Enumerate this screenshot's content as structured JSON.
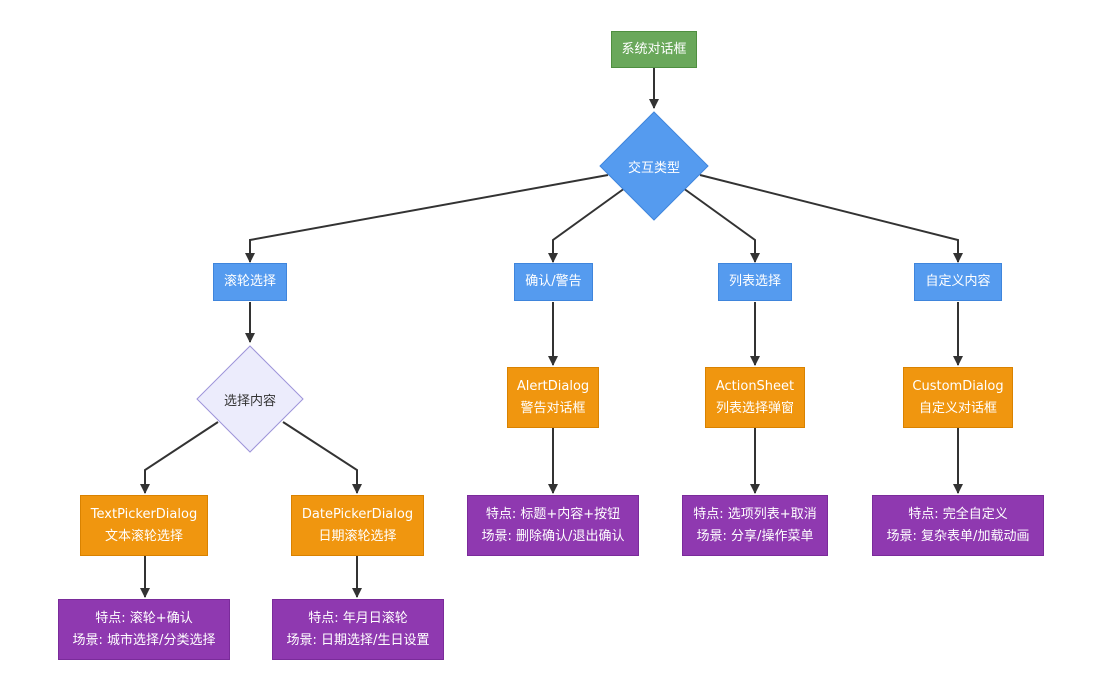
{
  "nodes": {
    "root": "系统对话框",
    "interaction": "交互类型",
    "scroll_pick": "滚轮选择",
    "confirm": "确认/警告",
    "list_pick": "列表选择",
    "custom": "自定义内容",
    "pick_content": "选择内容",
    "alert": {
      "title": "AlertDialog",
      "desc": "警告对话框"
    },
    "action": {
      "title": "ActionSheet",
      "desc": "列表选择弹窗"
    },
    "custom_dialog": {
      "title": "CustomDialog",
      "desc": "自定义对话框"
    },
    "text_picker": {
      "title": "TextPickerDialog",
      "desc": "文本滚轮选择"
    },
    "date_picker": {
      "title": "DatePickerDialog",
      "desc": "日期滚轮选择"
    },
    "alert_info": {
      "feature": "特点: 标题+内容+按钮",
      "scene": "场景: 删除确认/退出确认"
    },
    "action_info": {
      "feature": "特点: 选项列表+取消",
      "scene": "场景: 分享/操作菜单"
    },
    "custom_info": {
      "feature": "特点: 完全自定义",
      "scene": "场景: 复杂表单/加载动画"
    },
    "text_info": {
      "feature": "特点: 滚轮+确认",
      "scene": "场景: 城市选择/分类选择"
    },
    "date_info": {
      "feature": "特点: 年月日滚轮",
      "scene": "场景: 日期选择/生日设置"
    }
  },
  "colors": {
    "root": "#6aa85b",
    "category": "#559bef",
    "dialog": "#f0960f",
    "info": "#8f39b0",
    "decision_light": "#ececfc",
    "edge": "#333333"
  }
}
